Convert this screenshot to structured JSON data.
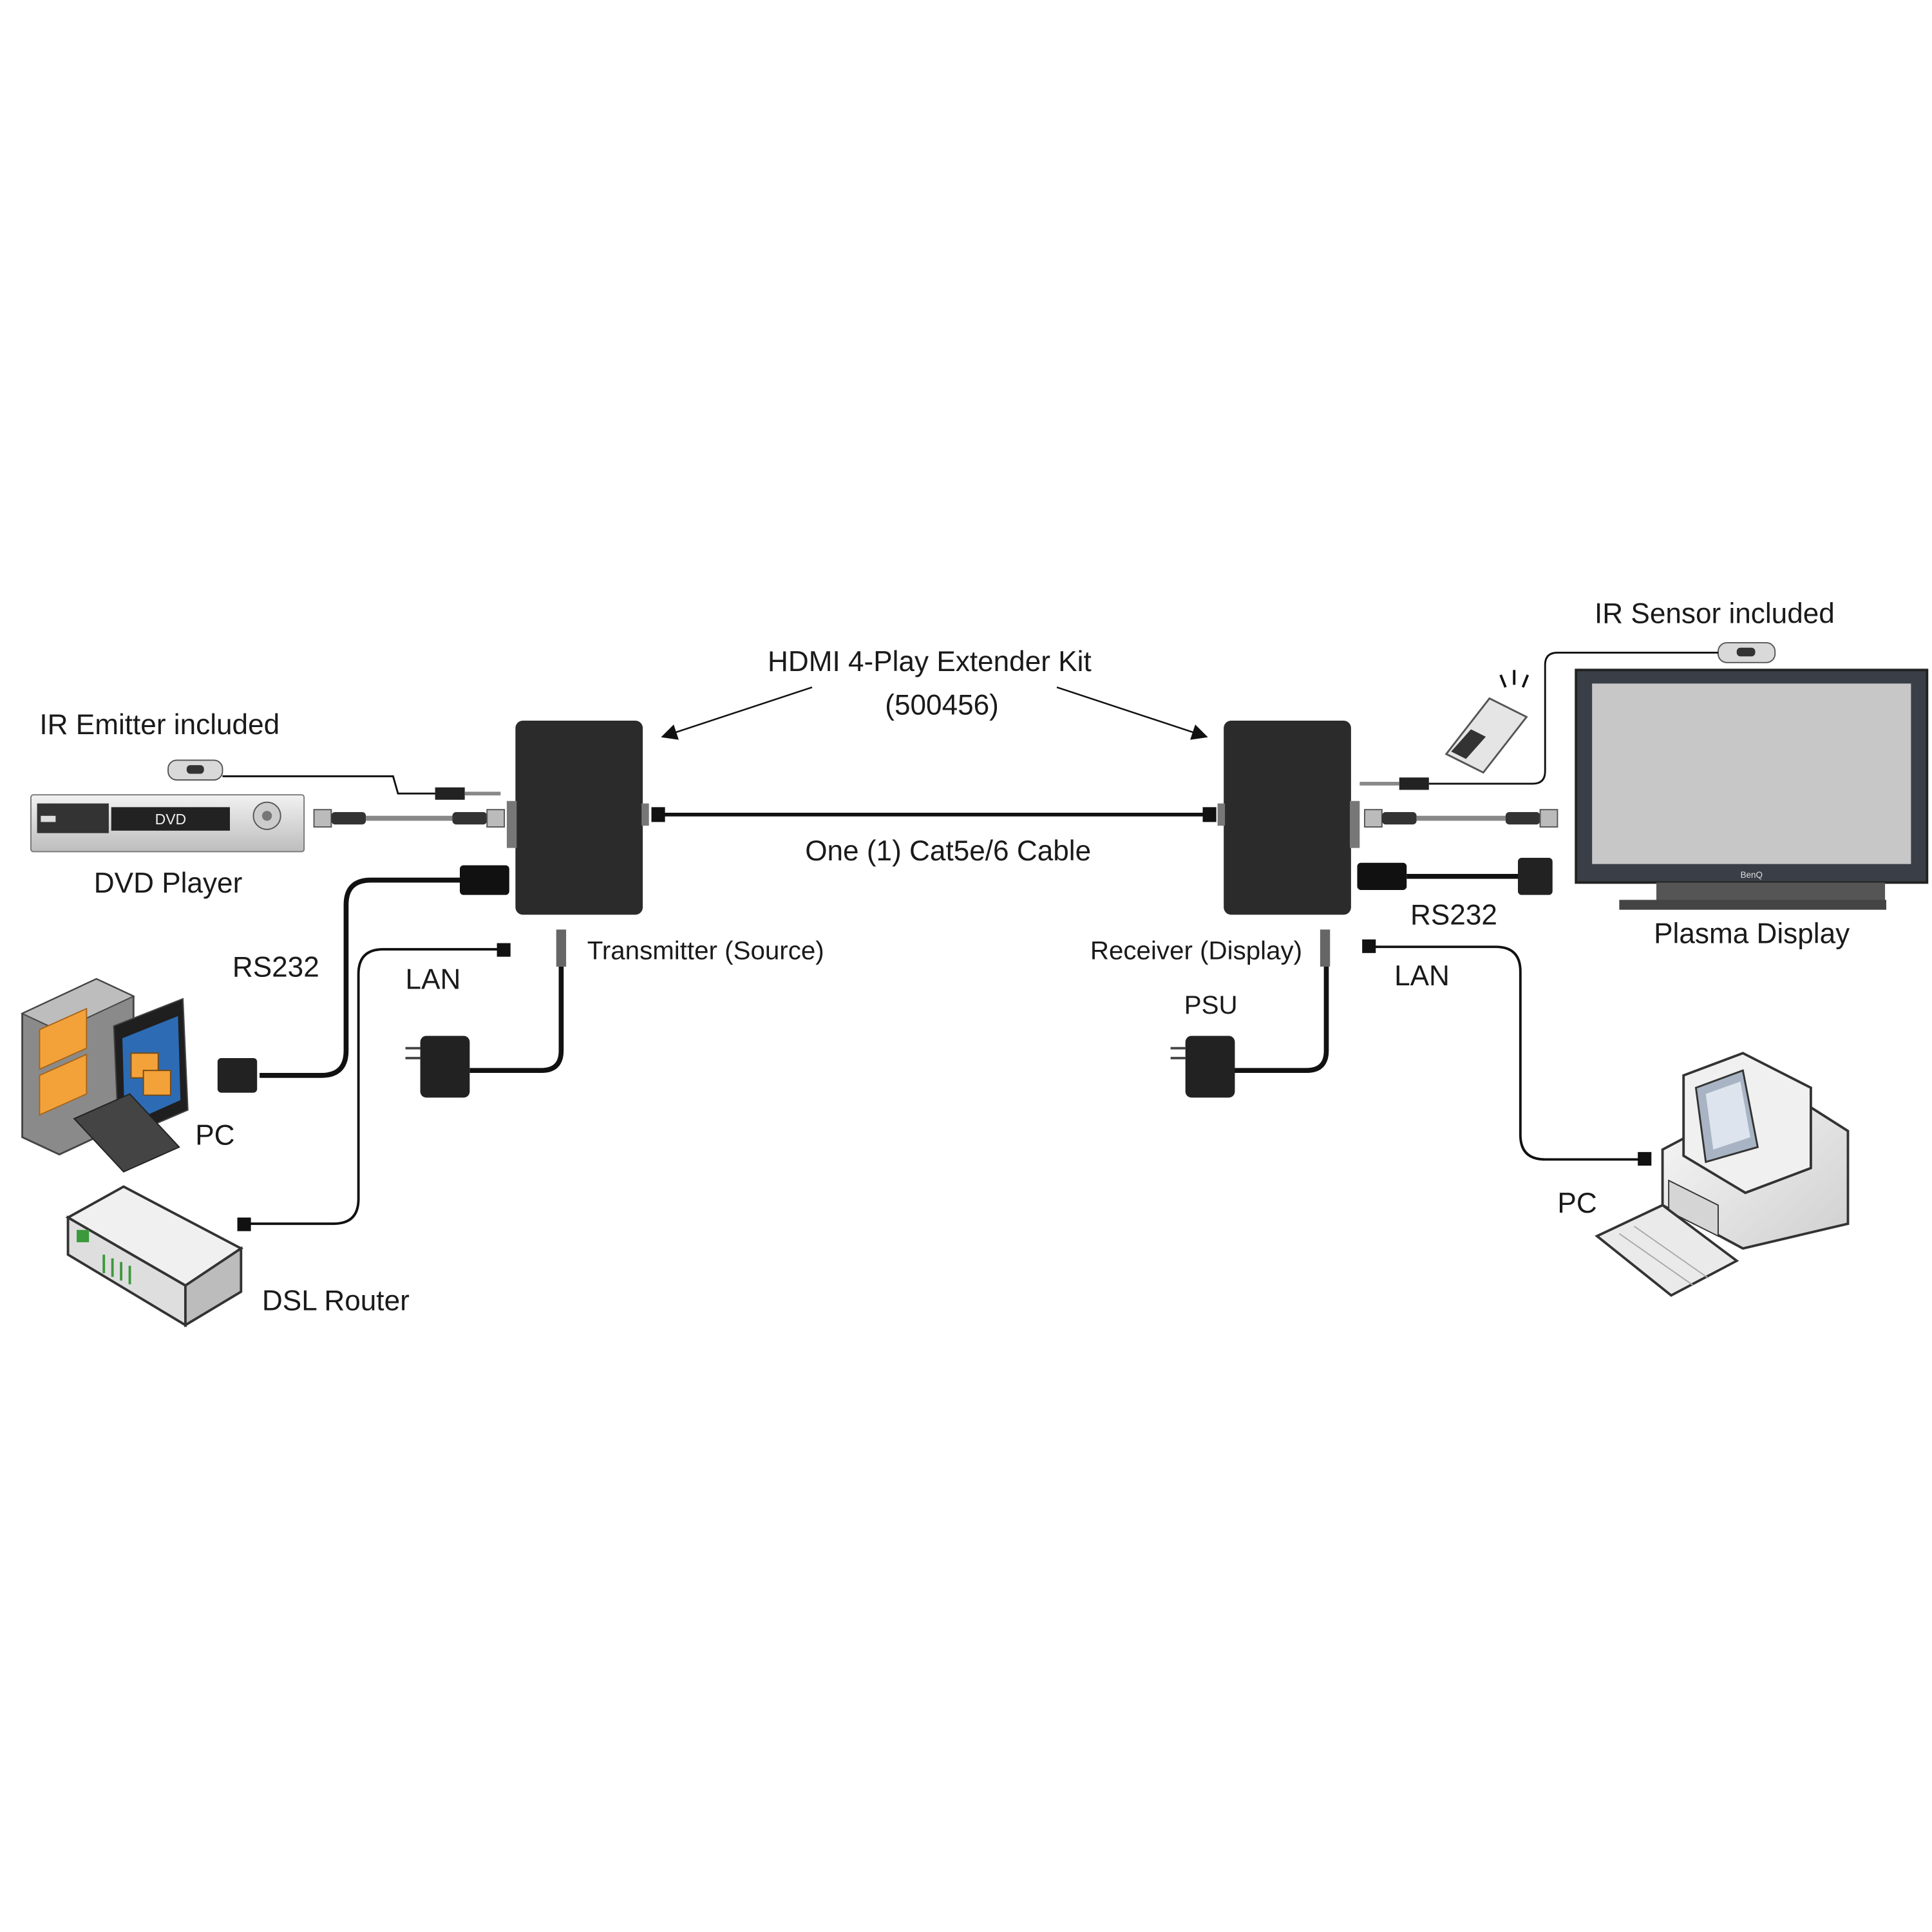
{
  "title": {
    "line1": "HDMI 4-Play Extender Kit",
    "line2": "(500456)"
  },
  "cable_label": "One (1) Cat5e/6 Cable",
  "left": {
    "ir_emitter": "IR Emitter included",
    "dvd_player": "DVD Player",
    "dvd_face_label": "DVD",
    "rs232": "RS232",
    "lan": "LAN",
    "transmitter": "Transmitter (Source)",
    "pc": "PC",
    "dsl_router": "DSL Router"
  },
  "right": {
    "ir_sensor": "IR Sensor included",
    "plasma_display": "Plasma Display",
    "display_brand": "BenQ",
    "rs232": "RS232",
    "lan": "LAN",
    "receiver": "Receiver (Display)",
    "psu": "PSU",
    "pc": "PC"
  },
  "colors": {
    "box": "#2b2b2b",
    "cable": "#111111",
    "orange": "#f3a23a",
    "screen_blue": "#2d6cb5",
    "display_grey": "#c7c7c7"
  }
}
